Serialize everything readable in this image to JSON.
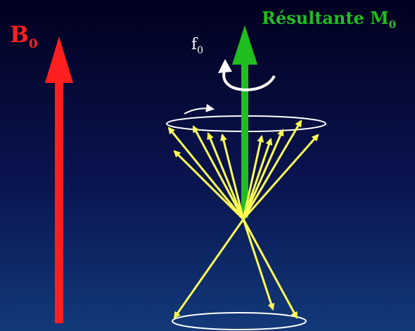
{
  "labels": {
    "b0_main": "B",
    "b0_sub": "0",
    "resultant_main": "Résultante M",
    "resultant_sub": "0",
    "f0_main": "f",
    "f0_sub": "0"
  },
  "colors": {
    "b0": "#ff1f1f",
    "resultant": "#1fbf1f",
    "spins": "#ffff55",
    "precession": "#ffffff"
  },
  "icons": {
    "rotation_arrow": "curved-rotation-arrow",
    "cone_direction": "small-arrow-on-upper-cone"
  }
}
